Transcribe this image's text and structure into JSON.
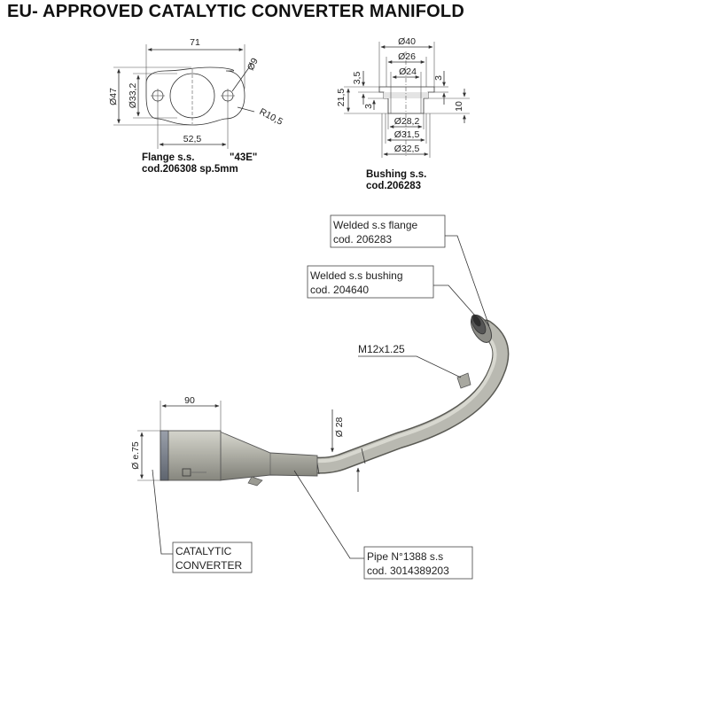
{
  "title": "EU- APPROVED CATALYTIC CONVERTER MANIFOLD",
  "flange": {
    "dims": {
      "width": "71",
      "bolt_hole": "Ø9",
      "height": "Ø47",
      "bore": "Ø33,2",
      "radius": "R10,5",
      "hole_spacing": "52,5"
    },
    "caption": {
      "line1_a": "Flange s.s.",
      "line1_b": "\"43E\"",
      "line2": "cod.206308 sp.5mm"
    }
  },
  "bushing": {
    "dims": {
      "d40": "Ø40",
      "d26": "Ø26",
      "d24": "Ø24",
      "h35": "3,5",
      "h3_right": "3",
      "h215": "21,5",
      "h3_left": "3",
      "h10": "10",
      "d282": "Ø28,2",
      "d315": "Ø31,5",
      "d325": "Ø32,5"
    },
    "caption": {
      "line1": "Bushing s.s.",
      "line2": "cod.206283"
    }
  },
  "assembly": {
    "callouts": {
      "flange_line1": "Welded s.s flange",
      "flange_line2": "cod. 206283",
      "bushing_line1": "Welded s.s bushing",
      "bushing_line2": "cod. 204640",
      "thread": "M12x1.25",
      "pipe_line1": "Pipe N°1388 s.s",
      "pipe_line2": "cod. 3014389203",
      "cat_line1": "CATALYTIC",
      "cat_line2": "CONVERTER"
    },
    "dims": {
      "cat_length": "90",
      "cat_diameter": "Ø e.75",
      "pipe_diameter": "Ø 28"
    }
  }
}
